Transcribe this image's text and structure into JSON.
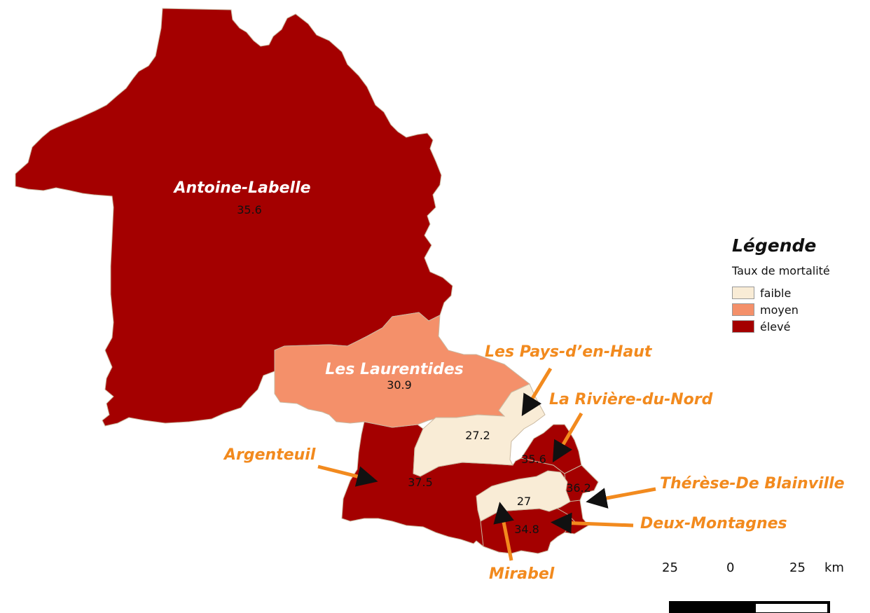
{
  "colors": {
    "faible": "#f9ecd6",
    "moyen": "#f4906a",
    "eleve": "#a40000",
    "callout": "#f28a1e",
    "outline": "#c9b8a0"
  },
  "regions": [
    {
      "key": "antoine_labelle",
      "name": "Antoine-Labelle",
      "rate": "35.6",
      "class": "eleve"
    },
    {
      "key": "les_laurentides",
      "name": "Les Laurentides",
      "rate": "30.9",
      "class": "moyen"
    },
    {
      "key": "les_pays_den_haut",
      "name": "Les Pays-d’en-Haut",
      "rate": "27.2",
      "class": "faible"
    },
    {
      "key": "la_riviere_du_nord",
      "name": "La Rivière-du-Nord",
      "rate": "35.6",
      "class": "eleve"
    },
    {
      "key": "argenteuil",
      "name": "Argenteuil",
      "rate": "37.5",
      "class": "eleve"
    },
    {
      "key": "therese_de_blainville",
      "name": "Thérèse-De Blainville",
      "rate": "36.2",
      "class": "eleve"
    },
    {
      "key": "mirabel",
      "name": "Mirabel",
      "rate": "27",
      "class": "faible"
    },
    {
      "key": "deux_montagnes",
      "name": "Deux-Montagnes",
      "rate": "34.8",
      "class": "eleve"
    }
  ],
  "legend": {
    "title": "Légende",
    "subtitle": "Taux de mortalité",
    "items": [
      {
        "label": "faible",
        "class": "faible"
      },
      {
        "label": "moyen",
        "class": "moyen"
      },
      {
        "label": "élevé",
        "class": "eleve"
      }
    ]
  },
  "scale": {
    "left_label": "25",
    "mid_label": "0",
    "right_label": "25",
    "unit": "km"
  }
}
